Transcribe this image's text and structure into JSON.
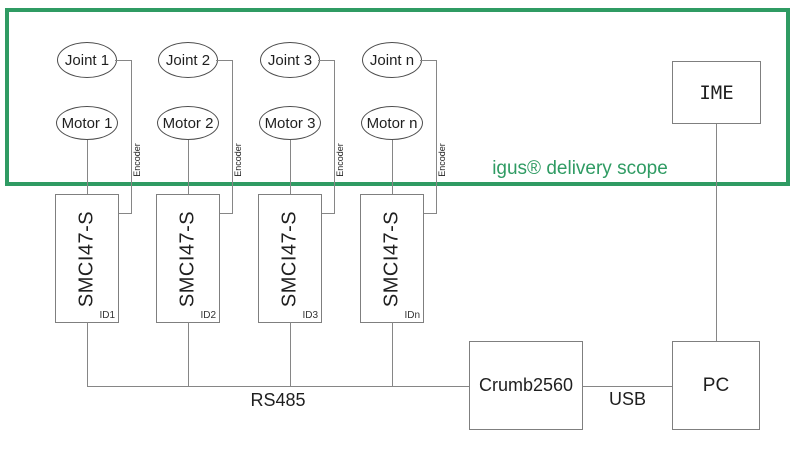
{
  "scope": {
    "label": "igus® delivery scope",
    "border_color": "#2f9b63",
    "text_color": "#2f9b63"
  },
  "units": [
    {
      "joint": "Joint 1",
      "motor": "Motor 1",
      "encoder": "Encoder",
      "controller": "SMCI47-S",
      "id": "ID1"
    },
    {
      "joint": "Joint 2",
      "motor": "Motor 2",
      "encoder": "Encoder",
      "controller": "SMCI47-S",
      "id": "ID2"
    },
    {
      "joint": "Joint 3",
      "motor": "Motor 3",
      "encoder": "Encoder",
      "controller": "SMCI47-S",
      "id": "ID3"
    },
    {
      "joint": "Joint n",
      "motor": "Motor n",
      "encoder": "Encoder",
      "controller": "SMCI47-S",
      "id": "IDn"
    }
  ],
  "bus": {
    "label": "RS485"
  },
  "usb": {
    "label": "USB"
  },
  "nodes": {
    "crumb": "Crumb2560",
    "pc": "PC",
    "ime": "IME"
  },
  "colors": {
    "line": "#868686",
    "box_border": "#7f7f7f",
    "ellipse_border": "#4d4d4d",
    "text": "#1f1f1f"
  }
}
